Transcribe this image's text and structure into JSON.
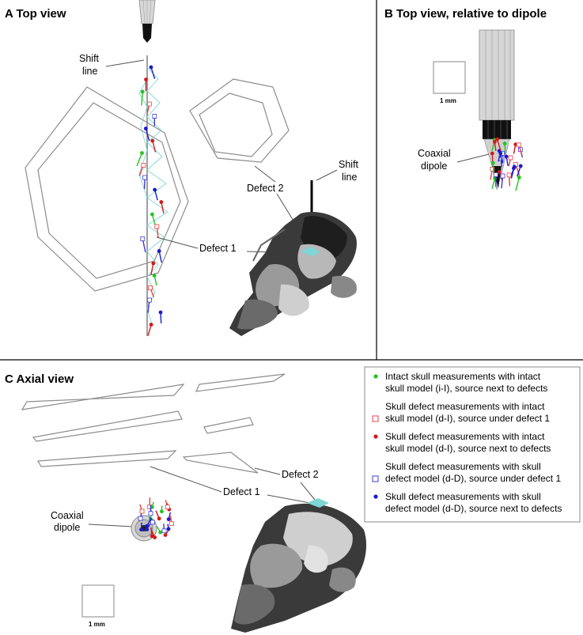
{
  "panels": {
    "a": {
      "title": "A Top view"
    },
    "b": {
      "title": "B Top view, relative to dipole"
    },
    "c": {
      "title": "C Axial view"
    }
  },
  "labels": {
    "shift_line_a_1": "Shift",
    "shift_line_a_2": "line",
    "shift_line_b_1": "Shift",
    "shift_line_b_2": "line",
    "defect_2_a": "Defect 2",
    "defect_1_a": "Defect 1",
    "coaxial_b_1": "Coaxial",
    "coaxial_b_2": "dipole",
    "scale_b": "1 mm",
    "defect_2_c": "Defect 2",
    "defect_1_c": "Defect 1",
    "coaxial_c_1": "Coaxial",
    "coaxial_c_2": "dipole",
    "scale_c": "1 mm"
  },
  "legend": [
    {
      "marker": "dot",
      "color": "#22c422",
      "line1": "Intact skull measurements with intact",
      "line2": "skull model (i-I), source next to defects"
    },
    {
      "marker": "square",
      "color": "#e84040",
      "line1": "Skull defect measurements with intact",
      "line2": "skull model (d-I), source under defect 1"
    },
    {
      "marker": "dot",
      "color": "#d21a1a",
      "line1": "Skull defect measurements with intact",
      "line2": "skull model (d-I), source next to defects"
    },
    {
      "marker": "square",
      "color": "#3b3bd9",
      "line1": "Skull defect measurements with skull",
      "line2": "defect model (d-D), source under defect 1"
    },
    {
      "marker": "dot",
      "color": "#1a1acf",
      "line1": "Skull defect measurements with skull",
      "line2": "defect model (d-D), source next to defects"
    }
  ],
  "colors": {
    "outline": "#8c8c8c",
    "cyan": "#7fd6d6",
    "skull": "#444444"
  }
}
